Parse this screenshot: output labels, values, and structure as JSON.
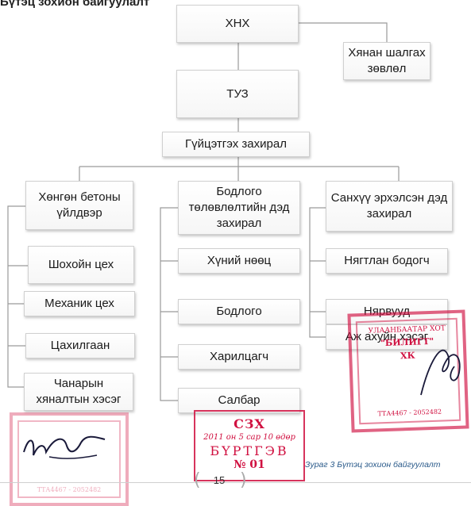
{
  "heading": "Бүтэц зохион байгуулалт",
  "chart": {
    "root": "ХНХ",
    "advisory": "Хянан шалгах зөвлөл",
    "board": "ТУЗ",
    "ceo": "Гүйцэтгэх захирал",
    "departments": [
      {
        "title": "Хөнгөн бетоны үйлдвэр",
        "units": [
          "Шохойн цех",
          "Механик цех",
          "Цахилгаан",
          "Чанарын хяналтын хэсэг"
        ]
      },
      {
        "title": "Бодлого төлөвлөлтийн дэд захирал",
        "units": [
          "Хүний нөөц",
          "Бодлого",
          "Харилцагч",
          "Салбар"
        ]
      },
      {
        "title": "Санхүү эрхэлсэн дэд захирал",
        "units": [
          "Нягтлан бодогч",
          "Нярвууд",
          "Аж ахуйн хэсэг"
        ]
      }
    ]
  },
  "stamp_company": {
    "city": "УЛААНБААТАР ХОТ",
    "name": "\"БИЛИГТ\"",
    "form": "ХК",
    "phone": "ТТА4467 - 2052482"
  },
  "stamp_faint": {
    "phone": "ТТА4467 - 2052482"
  },
  "stamp_register": {
    "org": "СЗХ",
    "date": "2011 он 5 сар 10 өдөр",
    "label": "БҮРТГЭВ",
    "number": "№ 01"
  },
  "caption": "Зураг 3 Бүтэц зохион байгуулалт",
  "page_number": "15",
  "colors": {
    "stamp": "#d01040",
    "caption": "#2a5a8a",
    "connector": "#9a9a9a"
  }
}
